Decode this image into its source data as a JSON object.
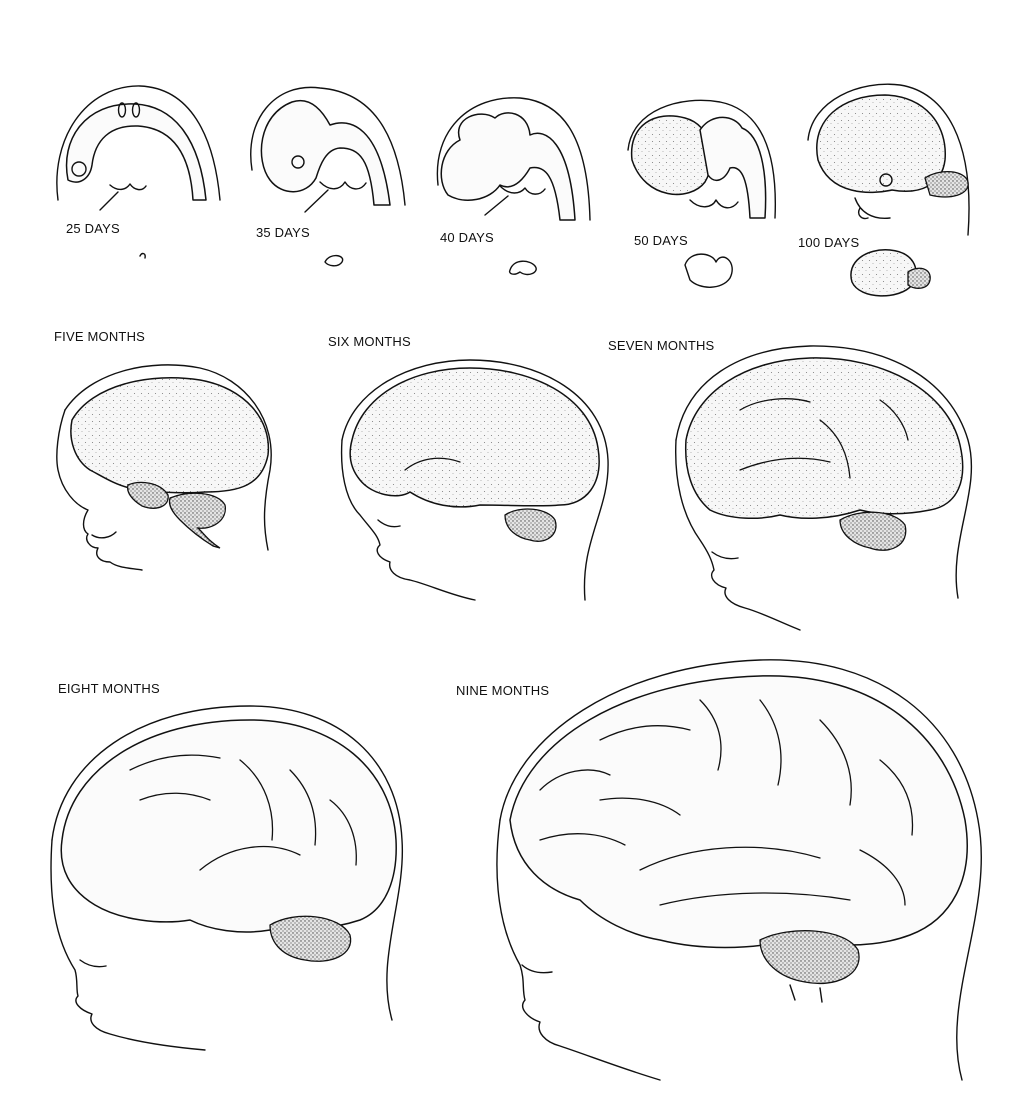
{
  "stages": [
    {
      "label": "25 DAYS"
    },
    {
      "label": "35 DAYS"
    },
    {
      "label": "40 DAYS"
    },
    {
      "label": "50 DAYS"
    },
    {
      "label": "100 DAYS"
    },
    {
      "label": "FIVE MONTHS"
    },
    {
      "label": "SIX MONTHS"
    },
    {
      "label": "SEVEN MONTHS"
    },
    {
      "label": "EIGHT MONTHS"
    },
    {
      "label": "NINE MONTHS"
    }
  ],
  "colors": {
    "ink": "#111111",
    "paper": "#ffffff"
  }
}
